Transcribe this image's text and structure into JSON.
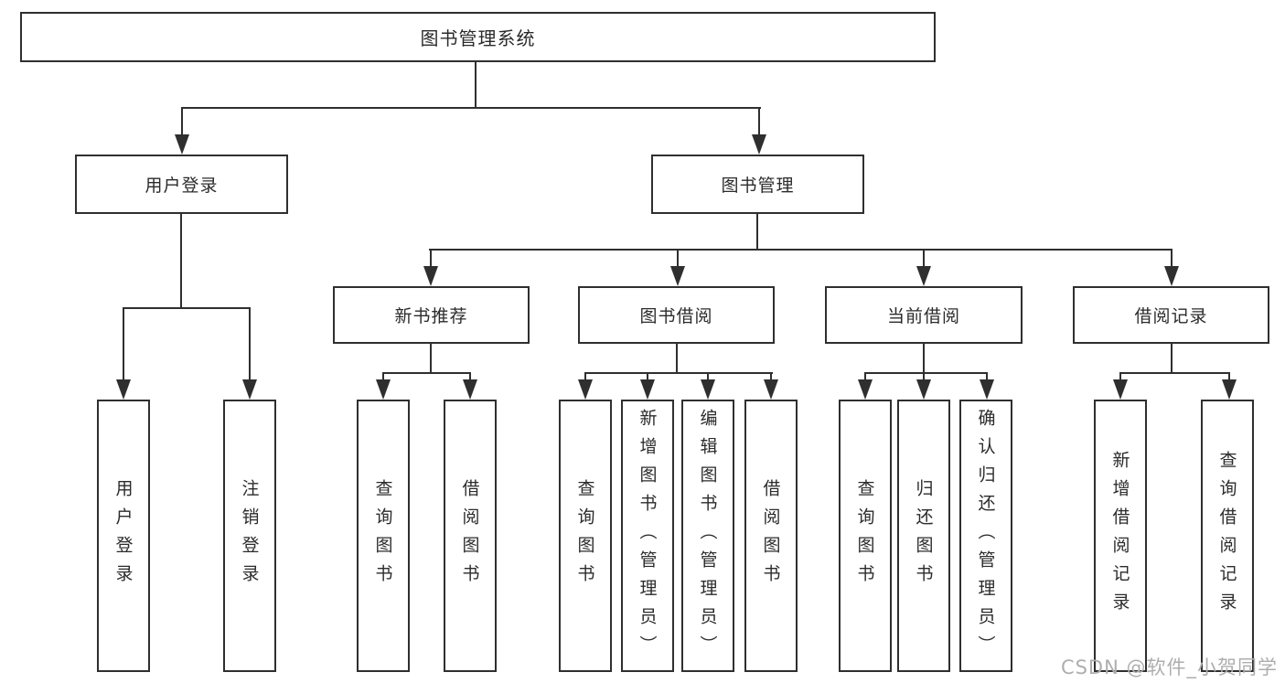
{
  "diagram": {
    "root": {
      "label": "图书管理系统"
    },
    "branches": [
      {
        "label": "用户登录",
        "children": [
          {
            "label": "用户登录"
          },
          {
            "label": "注销登录"
          }
        ]
      },
      {
        "label": "图书管理",
        "sections": [
          {
            "label": "新书推荐",
            "children": [
              {
                "label": "查询图书"
              },
              {
                "label": "借阅图书"
              }
            ]
          },
          {
            "label": "图书借阅",
            "children": [
              {
                "label": "查询图书"
              },
              {
                "label": "新增图书（管理员）"
              },
              {
                "label": "编辑图书（管理员）"
              },
              {
                "label": "借阅图书"
              }
            ]
          },
          {
            "label": "当前借阅",
            "children": [
              {
                "label": "查询图书"
              },
              {
                "label": "归还图书"
              },
              {
                "label": "确认归还（管理员）"
              }
            ]
          },
          {
            "label": "借阅记录",
            "children": [
              {
                "label": "新增借阅记录"
              },
              {
                "label": "查询借阅记录"
              }
            ]
          }
        ]
      }
    ]
  },
  "watermark": {
    "text": "CSDN @软件_小贺同学"
  },
  "colors": {
    "line": "#2f2f2f",
    "ink": "#2b2b2b",
    "watermark": "#aeaeae"
  }
}
